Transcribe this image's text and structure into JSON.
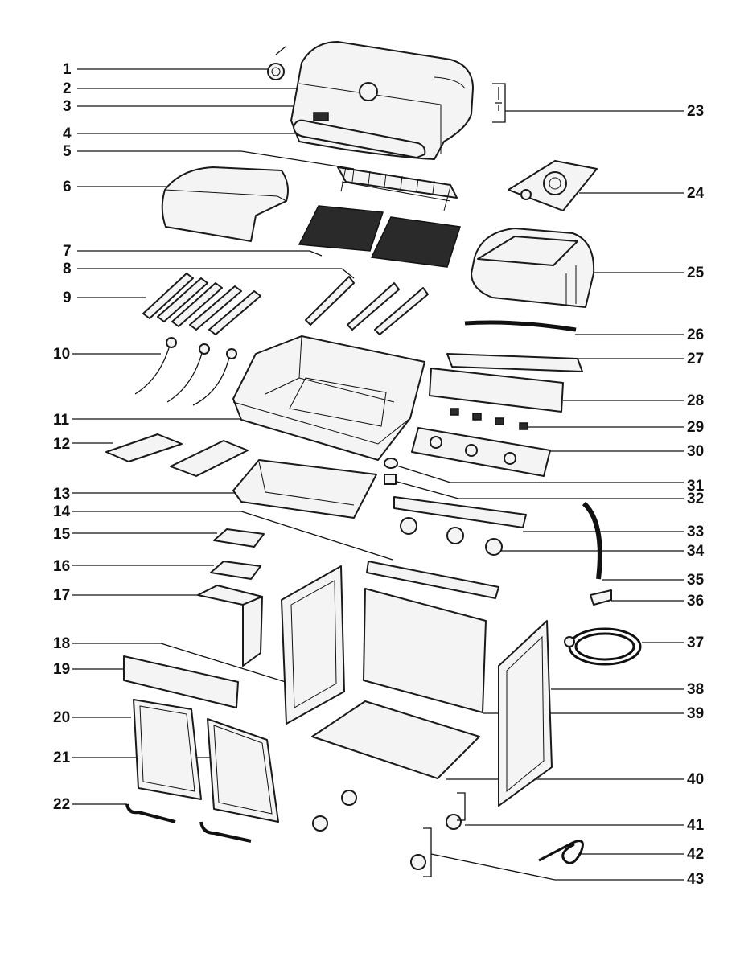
{
  "diagram": {
    "left_callouts": [
      {
        "id": "1",
        "label": "1"
      },
      {
        "id": "2",
        "label": "2"
      },
      {
        "id": "3",
        "label": "3"
      },
      {
        "id": "4",
        "label": "4"
      },
      {
        "id": "5",
        "label": "5"
      },
      {
        "id": "6",
        "label": "6"
      },
      {
        "id": "7",
        "label": "7"
      },
      {
        "id": "8",
        "label": "8"
      },
      {
        "id": "9",
        "label": "9"
      },
      {
        "id": "10",
        "label": "10"
      },
      {
        "id": "11",
        "label": "11"
      },
      {
        "id": "12",
        "label": "12"
      },
      {
        "id": "13",
        "label": "13"
      },
      {
        "id": "14",
        "label": "14"
      },
      {
        "id": "15",
        "label": "15"
      },
      {
        "id": "16",
        "label": "16"
      },
      {
        "id": "17",
        "label": "17"
      },
      {
        "id": "18",
        "label": "18"
      },
      {
        "id": "19",
        "label": "19"
      },
      {
        "id": "20",
        "label": "20"
      },
      {
        "id": "21",
        "label": "21"
      },
      {
        "id": "22",
        "label": "22"
      }
    ],
    "right_callouts": [
      {
        "id": "23",
        "label": "23"
      },
      {
        "id": "24",
        "label": "24"
      },
      {
        "id": "25",
        "label": "25"
      },
      {
        "id": "26",
        "label": "26"
      },
      {
        "id": "27",
        "label": "27"
      },
      {
        "id": "28",
        "label": "28"
      },
      {
        "id": "29",
        "label": "29"
      },
      {
        "id": "30",
        "label": "30"
      },
      {
        "id": "31",
        "label": "31"
      },
      {
        "id": "32",
        "label": "32"
      },
      {
        "id": "33",
        "label": "33"
      },
      {
        "id": "34",
        "label": "34"
      },
      {
        "id": "35",
        "label": "35"
      },
      {
        "id": "36",
        "label": "36"
      },
      {
        "id": "37",
        "label": "37"
      },
      {
        "id": "38",
        "label": "38"
      },
      {
        "id": "39",
        "label": "39"
      },
      {
        "id": "40",
        "label": "40"
      },
      {
        "id": "41",
        "label": "41"
      },
      {
        "id": "42",
        "label": "42"
      },
      {
        "id": "43",
        "label": "43"
      }
    ]
  }
}
